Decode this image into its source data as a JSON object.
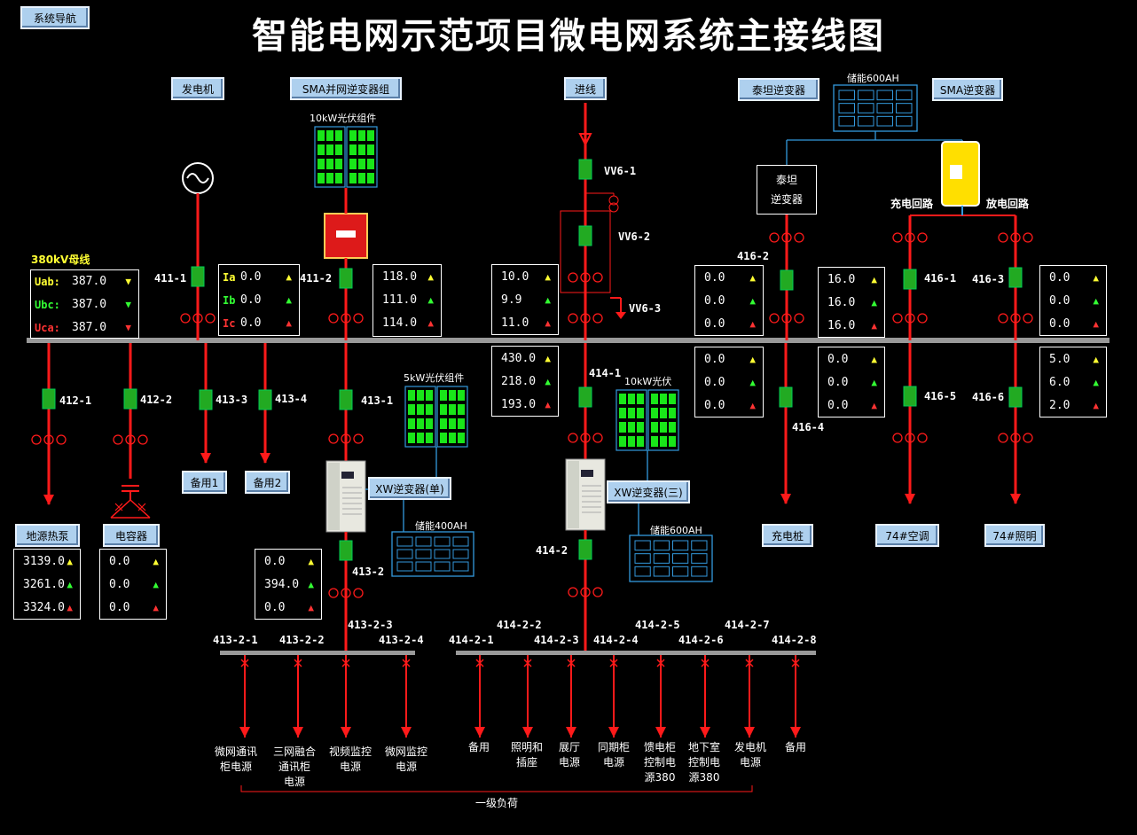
{
  "title": "智能电网示范项目微电网系统主接线图",
  "nav_button": "系统导航",
  "labels": {
    "generator": "发电机",
    "sma_grid_group": "SMA并网逆变器组",
    "incoming": "进线",
    "taitan_inverter": "泰坦逆变器",
    "sma_inverter": "SMA逆变器",
    "storage_600_top": "储能600AH",
    "pv_10kw": "10kW光伏组件",
    "pv_5kw": "5kW光伏组件",
    "pv_10kw_b": "10kW光伏",
    "bus_380": "380kV母线",
    "taitan_box": [
      "泰坦",
      "逆变器"
    ],
    "charge_loop": "充电回路",
    "discharge_loop": "放电回路",
    "xw_single": "XW逆变器(单)",
    "xw_three": "XW逆变器(三)",
    "storage_400": "储能400AH",
    "storage_600_mid": "储能600AH",
    "ground_pump": "地源热泵",
    "capacitor": "电容器",
    "spare1": "备用1",
    "spare2": "备用2",
    "charging_pile": "充电桩",
    "ac_74": "74#空调",
    "light_74": "74#照明",
    "first_level_load": "一级负荷"
  },
  "switches": {
    "s411_1": "411-1",
    "s411_2": "411-2",
    "s412_1": "412-1",
    "s412_2": "412-2",
    "s413_3": "413-3",
    "s413_4": "413-4",
    "s413_1": "413-1",
    "s413_2": "413-2",
    "vv6_1": "VV6-1",
    "vv6_2": "VV6-2",
    "vv6_3": "VV6-3",
    "s414_1": "414-1",
    "s414_2": "414-2",
    "s416_2": "416-2",
    "s416_1": "416-1",
    "s416_3": "416-3",
    "s416_4": "416-4",
    "s416_5": "416-5",
    "s416_6": "416-6",
    "b413_2_1": "413-2-1",
    "b413_2_2": "413-2-2",
    "b413_2_3": "413-2-3",
    "b413_2_4": "413-2-4",
    "b414_2_1": "414-2-1",
    "b414_2_2": "414-2-2",
    "b414_2_3": "414-2-3",
    "b414_2_4": "414-2-4",
    "b414_2_5": "414-2-5",
    "b414_2_6": "414-2-6",
    "b414_2_7": "414-2-7",
    "b414_2_8": "414-2-8"
  },
  "bus_meter": {
    "rows": [
      {
        "k": "Uab:",
        "v": "387.0",
        "color": "#ffff33"
      },
      {
        "k": "Ubc:",
        "v": "387.0",
        "color": "#33ff33"
      },
      {
        "k": "Uca:",
        "v": "387.0",
        "color": "#ff3333"
      }
    ]
  },
  "gen_meter": {
    "rows": [
      {
        "k": "Ia",
        "v": "0.0",
        "color": "#ffff33"
      },
      {
        "k": "Ib",
        "v": "0.0",
        "color": "#33ff33"
      },
      {
        "k": "Ic",
        "v": "0.0",
        "color": "#ff3333"
      }
    ]
  },
  "meters": {
    "m411_2": [
      "118.0",
      "111.0",
      "114.0"
    ],
    "m_in_a": [
      "10.0",
      "9.9",
      "11.0"
    ],
    "m_in_v": [
      "430.0",
      "218.0",
      "193.0"
    ],
    "m416_2a": [
      "0.0",
      "0.0",
      "0.0"
    ],
    "m416_2b": [
      "0.0",
      "0.0",
      "0.0"
    ],
    "m416_1a": [
      "16.0",
      "16.0",
      "16.0"
    ],
    "m416_1b": [
      "0.0",
      "0.0",
      "0.0"
    ],
    "m416_3a": [
      "0.0",
      "0.0",
      "0.0"
    ],
    "m416_3b": [
      "5.0",
      "6.0",
      "2.0"
    ],
    "m_pump": [
      "3139.0",
      "3261.0",
      "3324.0"
    ],
    "m_cap": [
      "0.0",
      "0.0",
      "0.0"
    ],
    "m413_2": [
      "0.0",
      "394.0",
      "0.0"
    ]
  },
  "phase_colors": [
    "#ffff33",
    "#33ff33",
    "#ff3333"
  ],
  "loads_left": [
    [
      "微网通讯",
      "柜电源"
    ],
    [
      "三网融合",
      "通讯柜",
      "电源"
    ],
    [
      "视频监控",
      "电源"
    ],
    [
      "微网监控",
      "电源"
    ]
  ],
  "loads_right": [
    [
      "备用"
    ],
    [
      "照明和",
      "插座"
    ],
    [
      "展厅",
      "电源"
    ],
    [
      "同期柜",
      "电源"
    ],
    [
      "馈电柜",
      "控制电",
      "源380"
    ],
    [
      "地下室",
      "控制电",
      "源380"
    ],
    [
      "发电机",
      "电源"
    ],
    [
      "备用"
    ]
  ]
}
